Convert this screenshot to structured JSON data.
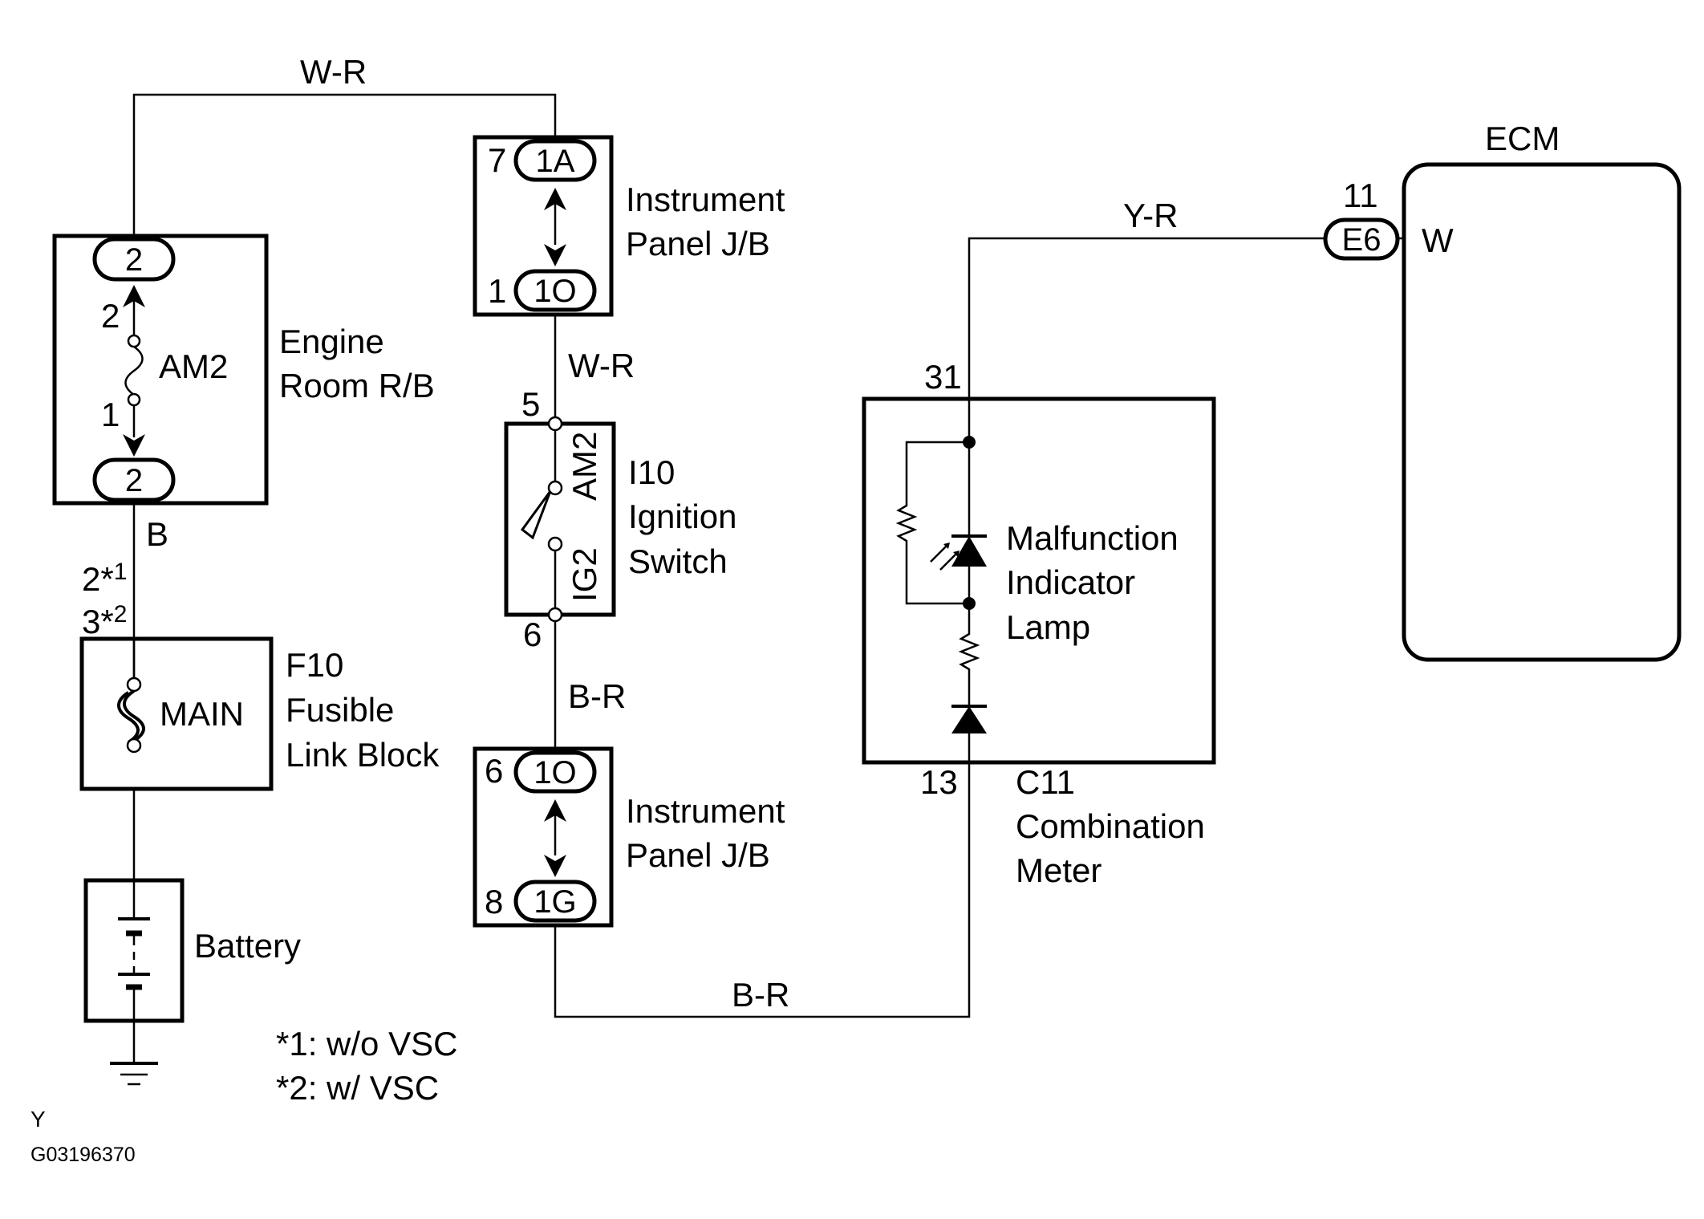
{
  "wires": {
    "top": "W-R",
    "am2_out": "B",
    "ip_to_ign": "W-R",
    "ign_to_ip": "B-R",
    "bottom": "B-R",
    "ecm_feed": "Y-R"
  },
  "engine_room": {
    "name_line1": "Engine",
    "name_line2": "Room R/B",
    "top_connector": "2",
    "bottom_connector": "2",
    "fuse": "AM2",
    "fuse_pin_top": "2",
    "fuse_pin_bottom": "1"
  },
  "pins": {
    "fusible_a": "2*1",
    "fusible_b": "3*2"
  },
  "fusible_link": {
    "code": "F10",
    "name_line1": "Fusible",
    "name_line2": "Link Block",
    "fuse": "MAIN"
  },
  "battery": {
    "name": "Battery"
  },
  "ip_jb_upper": {
    "name_line1": "Instrument",
    "name_line2": "Panel J/B",
    "top_pin": "7",
    "top_connector": "1A",
    "bottom_pin": "1",
    "bottom_connector": "1O"
  },
  "ignition": {
    "code": "I10",
    "name_line1": "Ignition",
    "name_line2": "Switch",
    "pin_top": "5",
    "pin_bottom": "6",
    "contact_top": "AM2",
    "contact_bottom": "IG2"
  },
  "ip_jb_lower": {
    "name_line1": "Instrument",
    "name_line2": "Panel J/B",
    "top_pin": "6",
    "top_connector": "1O",
    "bottom_pin": "8",
    "bottom_connector": "1G"
  },
  "meter": {
    "code": "C11",
    "name_line1": "Combination",
    "name_line2": "Meter",
    "pin_top": "31",
    "pin_bottom": "13",
    "lamp_line1": "Malfunction",
    "lamp_line2": "Indicator",
    "lamp_line3": "Lamp"
  },
  "ecm": {
    "name": "ECM",
    "pin": "11",
    "connector": "E6",
    "wire_color": "W"
  },
  "notes": {
    "note1": "*1: w/o VSC",
    "note2": "*2: w/ VSC"
  },
  "footer": {
    "letter": "Y",
    "figure_id": "G03196370"
  }
}
